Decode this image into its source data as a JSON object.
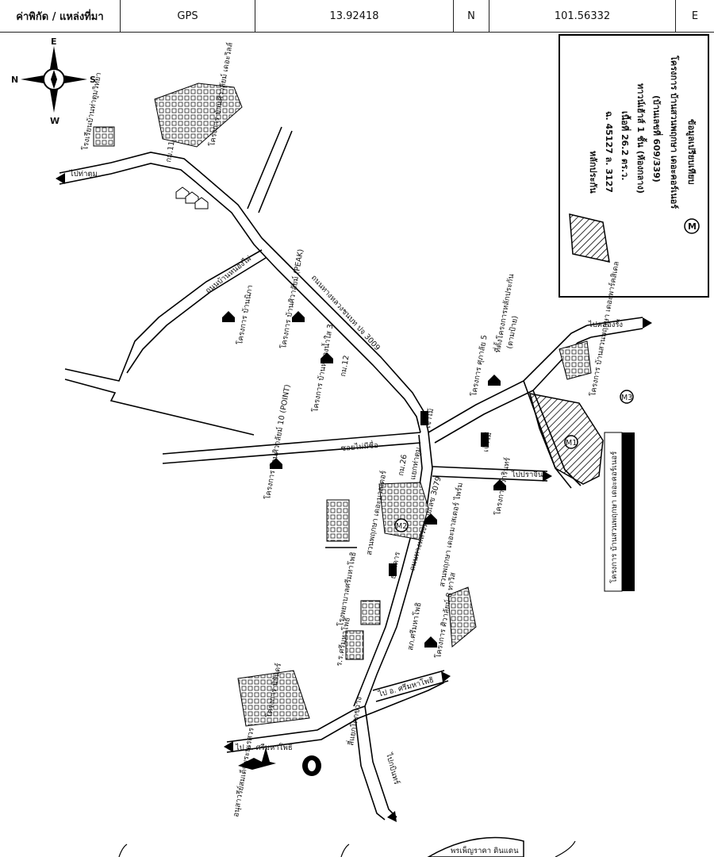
{
  "header": {
    "label": "ค่าพิกัด / แหล่งที่มา",
    "source": "GPS",
    "latitude": "13.92418",
    "lat_dir": "N",
    "longitude": "101.56332",
    "lon_dir": "E"
  },
  "compass": {
    "n": "N",
    "s": "S",
    "e": "E",
    "w": "W"
  },
  "legend": {
    "title": "หลักประกัน",
    "line1": "ฉ. 45127 ล. 3127",
    "line2": "เนื้อที่ 26.2 ตร.ว.",
    "line3": "ทาวน์เฮ้าส์ 1 ชั้น (ห้องกลาง)",
    "line4": "(บ้านเลขที่ 609/339)",
    "line5": "โครงการ บ้านสวนพฤกษา เดอะคอร์เนอร์",
    "m_symbol": "M",
    "line6": "ข้อมูลเปรียบเทียบ"
  },
  "labels": {
    "to_tha_tum": "ไปท่าตูม",
    "to_khlong_rang": "ไปคลองรั้ง",
    "to_prachin": "ไปปราจีน",
    "to_amphoe_srimahaphot_left": "ไป อ. ศรีมหาโพธิ",
    "to_amphoe_srimahaphot_bottom": "ไป อ. ศรีมหาโพธิ",
    "to_kabin": "ไปกบินทร์",
    "road_609": "ถนนทางหลวงชนบท ปจ 3009",
    "road_3079": "ถนนทางหลวงหมายเลข 3079",
    "soi_no_name": "ซอยไม่มีชื่อ",
    "road_ban_nong_phai": "ถนนบ้านหนองไผ่",
    "km_11": "กม.11",
    "km_12": "กม.12",
    "km_26": "กม.26",
    "school": "โรงเรียนบ้านท่าตูมวิทยา",
    "proj_top": "โครงการ บ้านศิวาลัยม์ เดอะวิลล์",
    "proj_peak": "โครงการ บ้านศิวาลัยม์ (PEAK)",
    "proj_nong_nam_sai": "โครงการ บ้านหนองน้ำใส 3",
    "proj_point": "โครงการ บ้านศิวาลัยม์ 10 (POINT)",
    "proj_ban_nipa": "โครงการ บ้านนิภา",
    "proj_sawan5": "โครงการ ศุภาลัย 5",
    "proj_salak": "ที่ตั้งโครงการหลักประกัน",
    "proj_salak2": "(ตามป้าย)",
    "proj_suan_phruksa_park": "โครงการ บ้านสวนพฤกษา เดอะพาร์คสิเดล",
    "proj_corner_banner": "โครงการ บ้านสวนพฤกษา เดอะคอร์เนอร์",
    "proj_suan_corner2": "สวนพฤกษา เดอะมาสเตอร์",
    "proj_suan_master": "สวนพฤกษา เดอะมาสเตอร์ ไพร์ม",
    "proj_warinpan": "โครงการ วารินทร์",
    "proj_siwaalai8": "โครงการ ศิวาลัยม์ 8 ทาวิส",
    "proj_nirun": "โครงการ นิรันดร์",
    "hospital": "โรงพยาบาลศรีมหาโพธิ",
    "school2": "ร.ร.ศรีมหาโพธิ",
    "police": "สภ.ศรีมหาโพธิ",
    "temple": "เจ้าไม้",
    "temple2": "เจ้าไม้",
    "bank": "ธนาคาร",
    "market": "แยกท่าตูม",
    "junction": "สี่แยกโคกขวาง",
    "monument": "อนุสาวรีย์สมเด็จพระนเรศวร",
    "m1": "M1",
    "m2": "M2",
    "m3": "M3",
    "stamp": "พรเพ็ญราคา ดินแดน"
  }
}
